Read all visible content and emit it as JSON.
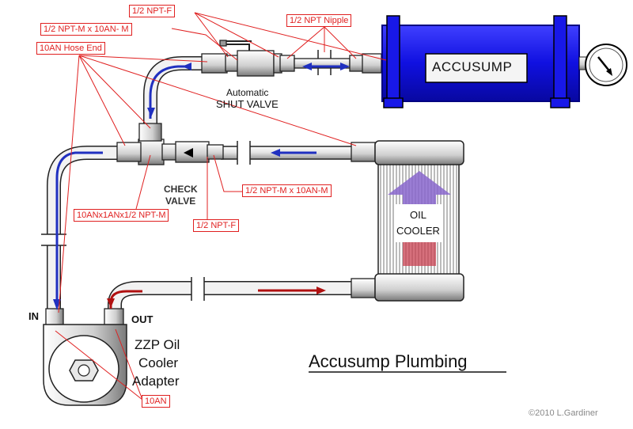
{
  "labels": {
    "npt_f_top": "1/2 NPT-F",
    "npt_m_10an_top": "1/2 NPT-M x 10AN- M",
    "hose_end": "10AN Hose End",
    "npt_nipple": "1/2 NPT Nipple",
    "npt_m_10an_bottom": "1/2 NPT-M x 10AN-M",
    "tee": "10ANx1ANx1/2 NPT-M",
    "npt_f_bottom": "1/2 NPT-F",
    "an10": "10AN"
  },
  "text": {
    "accusump": "ACCUSUMP",
    "automatic": "Automatic",
    "shut_valve": "SHUT VALVE",
    "check_valve_1": "CHECK",
    "check_valve_2": "VALVE",
    "oil": "OIL",
    "cooler": "COOLER",
    "in": "IN",
    "out": "OUT",
    "adapter_1": "ZZP Oil",
    "adapter_2": "Cooler",
    "adapter_3": "Adapter",
    "title": "Accusump Plumbing",
    "copyright": "©2010 L.Gardiner"
  },
  "colors": {
    "label_red": "#e02020",
    "accusump_blue": "#1010e0",
    "flow_blue": "#2030c0",
    "flow_red": "#b01010",
    "arrow_purple": "#8866cc",
    "arrow_red": "#c84050"
  }
}
